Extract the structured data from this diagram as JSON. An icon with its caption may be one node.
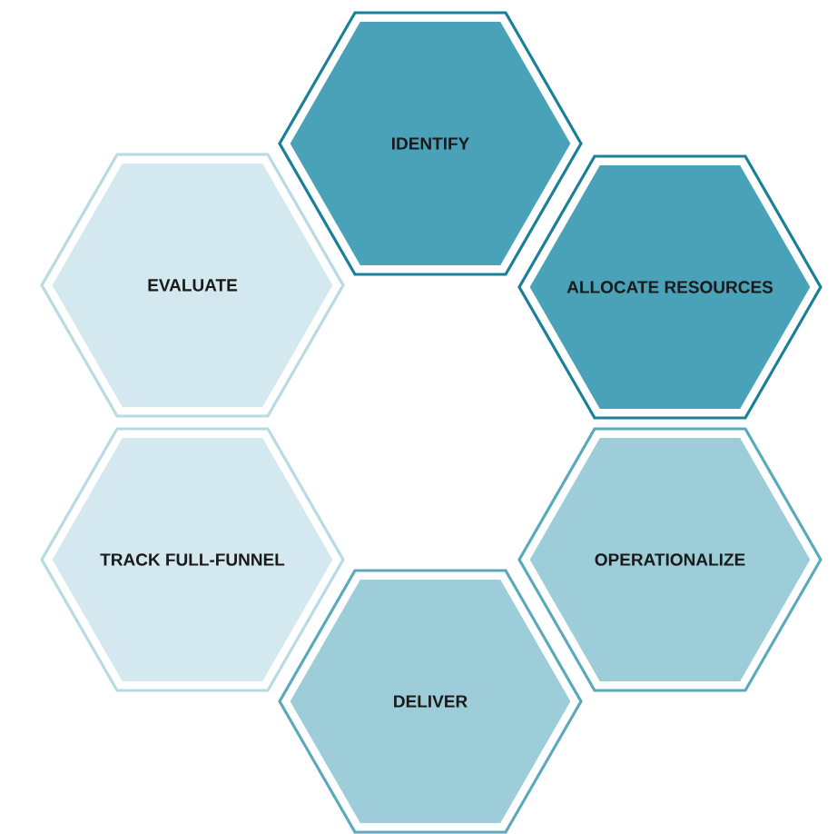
{
  "diagram": {
    "nodes": [
      {
        "text": [
          "IDENTIFY"
        ]
      },
      {
        "text": [
          "ALLOCATE RESOURCES"
        ]
      },
      {
        "text": [
          "OPERATIONALIZE"
        ]
      },
      {
        "text": [
          "DELIVER"
        ]
      },
      {
        "text": [
          "TRACK FULL-FUNNEL"
        ]
      },
      {
        "text": [
          "EVALUATE"
        ]
      }
    ]
  }
}
